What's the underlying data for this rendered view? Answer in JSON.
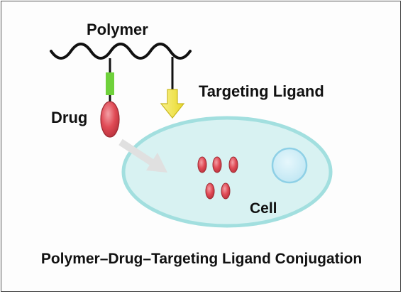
{
  "labels": {
    "polymer": "Polymer",
    "drug": "Drug",
    "targeting_ligand": "Targeting Ligand",
    "cell": "Cell"
  },
  "caption": "Polymer–Drug–Targeting Ligand Conjugation",
  "colors": {
    "polymer_chain": "#111111",
    "linker": "#6fd13b",
    "drug": "#e04a55",
    "ligand_arrow": "#f2e53a",
    "cell_fill": "#d6f1f1",
    "cell_border": "#9fdede",
    "nucleus_fill": "#c7eaf5",
    "nucleus_border": "#8ed0e6",
    "delivery_arrow": "#e3e3e3"
  },
  "icons": {
    "drug": "red-ellipse",
    "ligand": "yellow-down-arrow",
    "delivery": "grey-arrow"
  }
}
